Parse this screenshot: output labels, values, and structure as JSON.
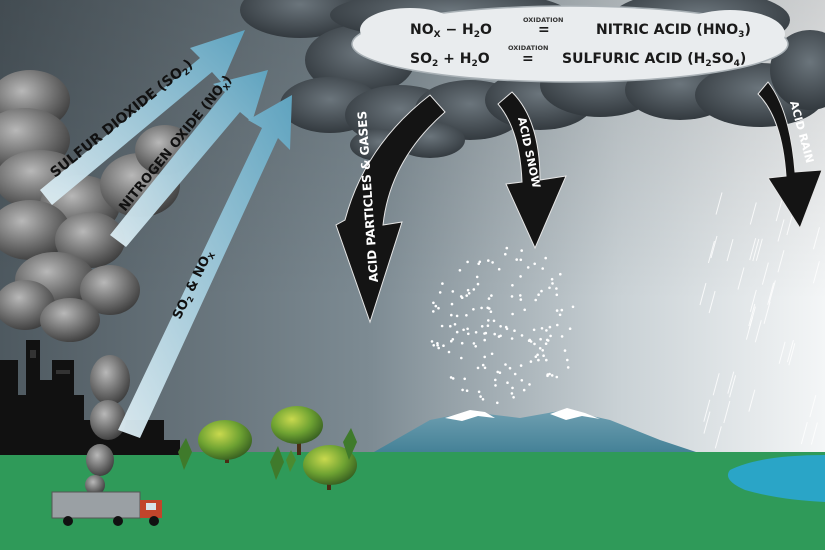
{
  "equations": {
    "row1": {
      "left": "NO",
      "left_sub": "X",
      "op": "− H",
      "op_sub": "2",
      "tail": "O",
      "process": "OXIDATION",
      "equals": "=",
      "right": "NITRIC ACID (HNO",
      "right_sub": "3",
      "close": ")"
    },
    "row2": {
      "left": "SO",
      "left_sub": "2",
      "op": "+ H",
      "op_sub": "2",
      "tail": "O",
      "process": "OXIDATION",
      "equals": "=",
      "right": "SULFURIC ACID (H",
      "right_sub": "2",
      "mid": "SO",
      "mid_sub": "4",
      "close": ")"
    }
  },
  "emissions": {
    "sulfur": {
      "text": "SULFUR DIOXIDE (SO",
      "sub": "2",
      "close": ")"
    },
    "nitrogen": {
      "text": "NITROGEN OXIDE (NO",
      "sub": "X",
      "close": ")"
    },
    "mixed": {
      "a": "SO",
      "a_sub": "2",
      "amp": " & NO",
      "b_sub": "X"
    }
  },
  "deposition": {
    "particles": "ACID PARTICLES & GASES",
    "snow": "ACID SNOW",
    "rain": "ACID RAIN"
  },
  "colors": {
    "sky_dark": "#4f5a61",
    "sky_light": "#f2f4f5",
    "cloud": "#3a4046",
    "ground": "#2e9958",
    "water": "#2aa6c8",
    "arrow_dark": "#141414",
    "arrow_light": "#7fb6cc"
  }
}
